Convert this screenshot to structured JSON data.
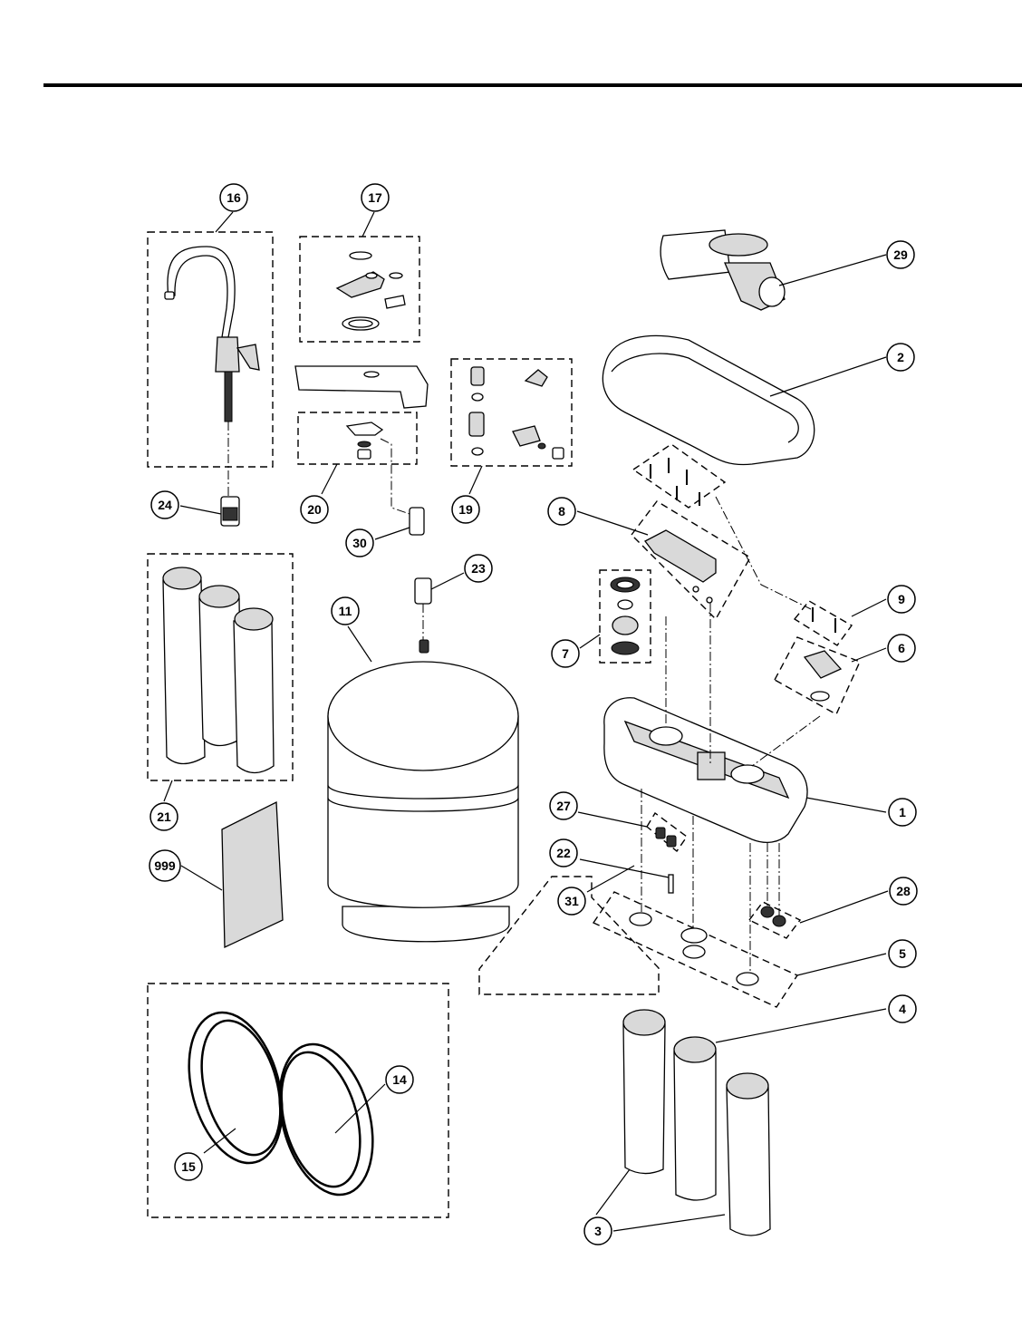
{
  "callouts": [
    {
      "id": "16",
      "label": "16"
    },
    {
      "id": "17",
      "label": "17"
    },
    {
      "id": "29",
      "label": "29"
    },
    {
      "id": "2",
      "label": "2"
    },
    {
      "id": "19",
      "label": "19"
    },
    {
      "id": "20",
      "label": "20"
    },
    {
      "id": "24",
      "label": "24"
    },
    {
      "id": "30",
      "label": "30"
    },
    {
      "id": "8",
      "label": "8"
    },
    {
      "id": "23",
      "label": "23"
    },
    {
      "id": "11",
      "label": "11"
    },
    {
      "id": "9",
      "label": "9"
    },
    {
      "id": "6",
      "label": "6"
    },
    {
      "id": "7",
      "label": "7"
    },
    {
      "id": "1",
      "label": "1"
    },
    {
      "id": "21",
      "label": "21"
    },
    {
      "id": "27",
      "label": "27"
    },
    {
      "id": "22",
      "label": "22"
    },
    {
      "id": "999",
      "label": "999"
    },
    {
      "id": "31",
      "label": "31"
    },
    {
      "id": "28",
      "label": "28"
    },
    {
      "id": "5",
      "label": "5"
    },
    {
      "id": "4",
      "label": "4"
    },
    {
      "id": "14",
      "label": "14"
    },
    {
      "id": "15",
      "label": "15"
    },
    {
      "id": "3",
      "label": "3"
    }
  ]
}
